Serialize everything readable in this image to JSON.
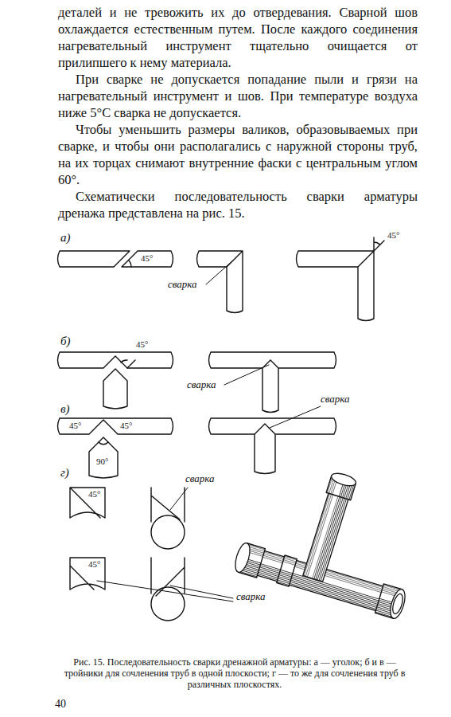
{
  "diagram": {
    "caption": "Рис. 15. Последовательность сварки дренажной арматуры: а — уголок; б и в — тройники для сочленения труб в одной плоскости; г — то же для сочленения труб в различных плоскостях.",
    "labels": [
      "деталей и не тревожить их до отвердевания. Сварной шов охлаждается естественным путем. После каждого соединения нагревательный инструмент тщательно очищается от прилипшего к нему материала.",
      "При сварке не допускается попадание пыли и грязи на нагревательный инструмент и шов. При температуре воздуха ниже 5°С сварка не допускается.",
      "Чтобы уменьшить размеры валиков, образовываемых при сварке, и чтобы они располагались с наружной стороны труб, на их торцах снимают внутренние фаски с центральным углом 60°.",
      "Схематически последовательность сварки арматуры дренажа представлена на рис. 15.",
      "а)",
      "45°",
      "сварка",
      "45°",
      "б)",
      "45°",
      "сварка",
      "в)",
      "45°",
      "45°",
      "90°",
      "сварка",
      "г)",
      "сварка",
      "45°",
      "45°",
      "сварка",
      "40"
    ]
  }
}
